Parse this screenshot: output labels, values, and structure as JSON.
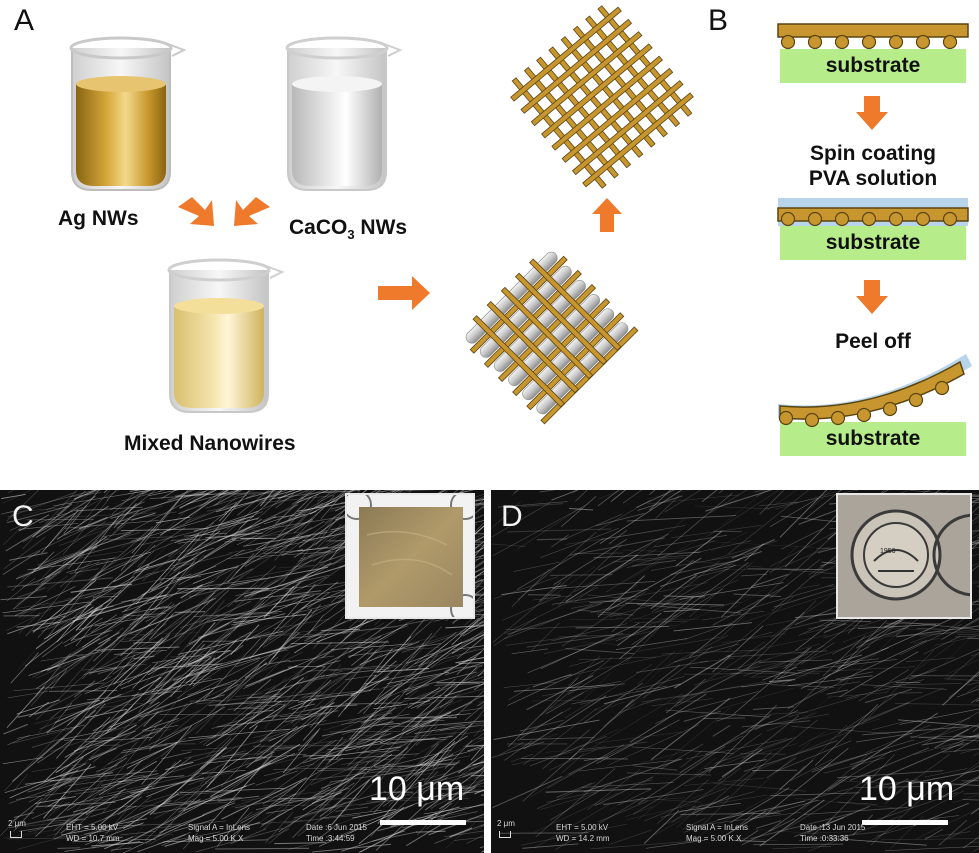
{
  "figure": {
    "panel_a": {
      "letter": "A",
      "label_ag": "Ag NWs",
      "label_caco3_main": "CaCO",
      "label_caco3_sub": "3",
      "label_caco3_tail": " NWs",
      "label_mixed": "Mixed Nanowires"
    },
    "panel_b": {
      "letter": "B",
      "substrate_1": "substrate",
      "substrate_2": "substrate",
      "substrate_3": "substrate",
      "step_1_line1": "Spin coating",
      "step_1_line2": "PVA solution",
      "step_2": "Peel off"
    },
    "panel_c": {
      "letter": "C",
      "scale": "10 μm",
      "micro_scale": "2 μm",
      "eht": "EHT =  5.00 kV",
      "wd": "WD = 10.7 mm",
      "signal": "Signal A = InLens",
      "mag": "Mag =  5.00 K X",
      "date": "Date :6 Jun 2015",
      "time": "Time :3:44:59"
    },
    "panel_d": {
      "letter": "D",
      "scale": "10 μm",
      "micro_scale": "2 μm",
      "eht": "EHT =  5.00 kV",
      "wd": "WD = 14.2 mm",
      "signal": "Signal A = InLens",
      "mag": "Mag =  5.00 K X",
      "date": "Date :13 Jun 2015",
      "time": "Time :0:33:36",
      "inset_year": "1956"
    },
    "colors": {
      "arrow": "#f07a2c",
      "silver_nw": "#c8962e",
      "substrate": "#b7ec8a",
      "pva": "#b8d4ea"
    }
  }
}
